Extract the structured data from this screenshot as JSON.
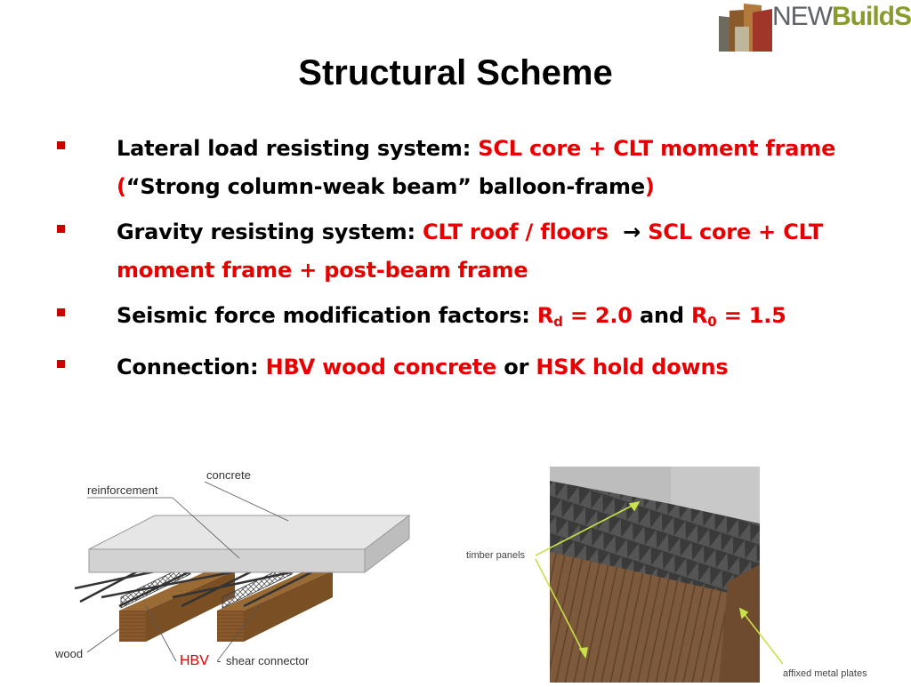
{
  "logo": {
    "part1": "NEW",
    "part2": "BuildS"
  },
  "title": "Structural Scheme",
  "bullets": [
    {
      "label": "Lateral load resisting system:",
      "value": "SCL core + CLT moment frame (",
      "extra": "“Strong column-weak beam” balloon-frame",
      "close": ")"
    },
    {
      "label": "Gravity resisting system:",
      "value1": "CLT roof / floors",
      "arrow": "→",
      "value2": "SCL core + CLT moment frame + post-beam frame"
    },
    {
      "label": "Seismic force modification factors:",
      "rd_symbol": "R",
      "rd_sub": "d",
      "rd_value": "= 2.0",
      "joiner": "and",
      "r0_symbol": "R",
      "r0_sub": "0",
      "r0_value": "= 1.5"
    },
    {
      "label": "Connection:",
      "value1": "HBV wood concrete",
      "joiner": "or",
      "value2": "HSK hold downs"
    }
  ],
  "figure_left": {
    "concrete": "concrete",
    "reinforcement": "reinforcement",
    "wood": "wood",
    "hbv": "HBV",
    "dash": "-",
    "shear": "shear connector"
  },
  "figure_right": {
    "timber": "timber panels",
    "plates": "affixed metal plates"
  }
}
